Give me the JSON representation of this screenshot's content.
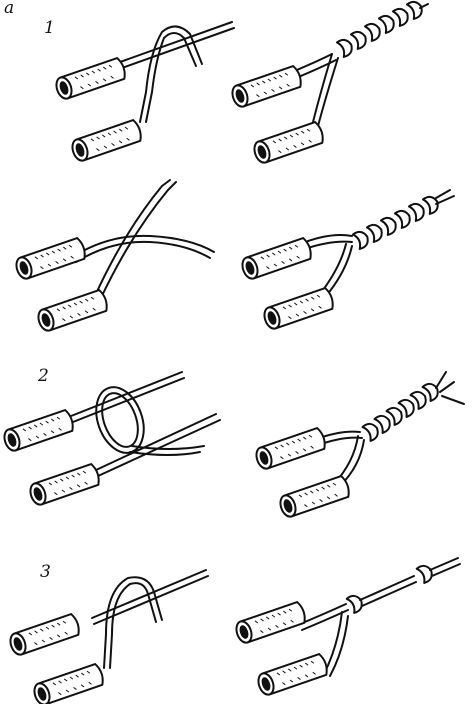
{
  "labels": {
    "figure_letter": "a",
    "step_1": "1",
    "step_2": "2",
    "step_3": "3"
  }
}
